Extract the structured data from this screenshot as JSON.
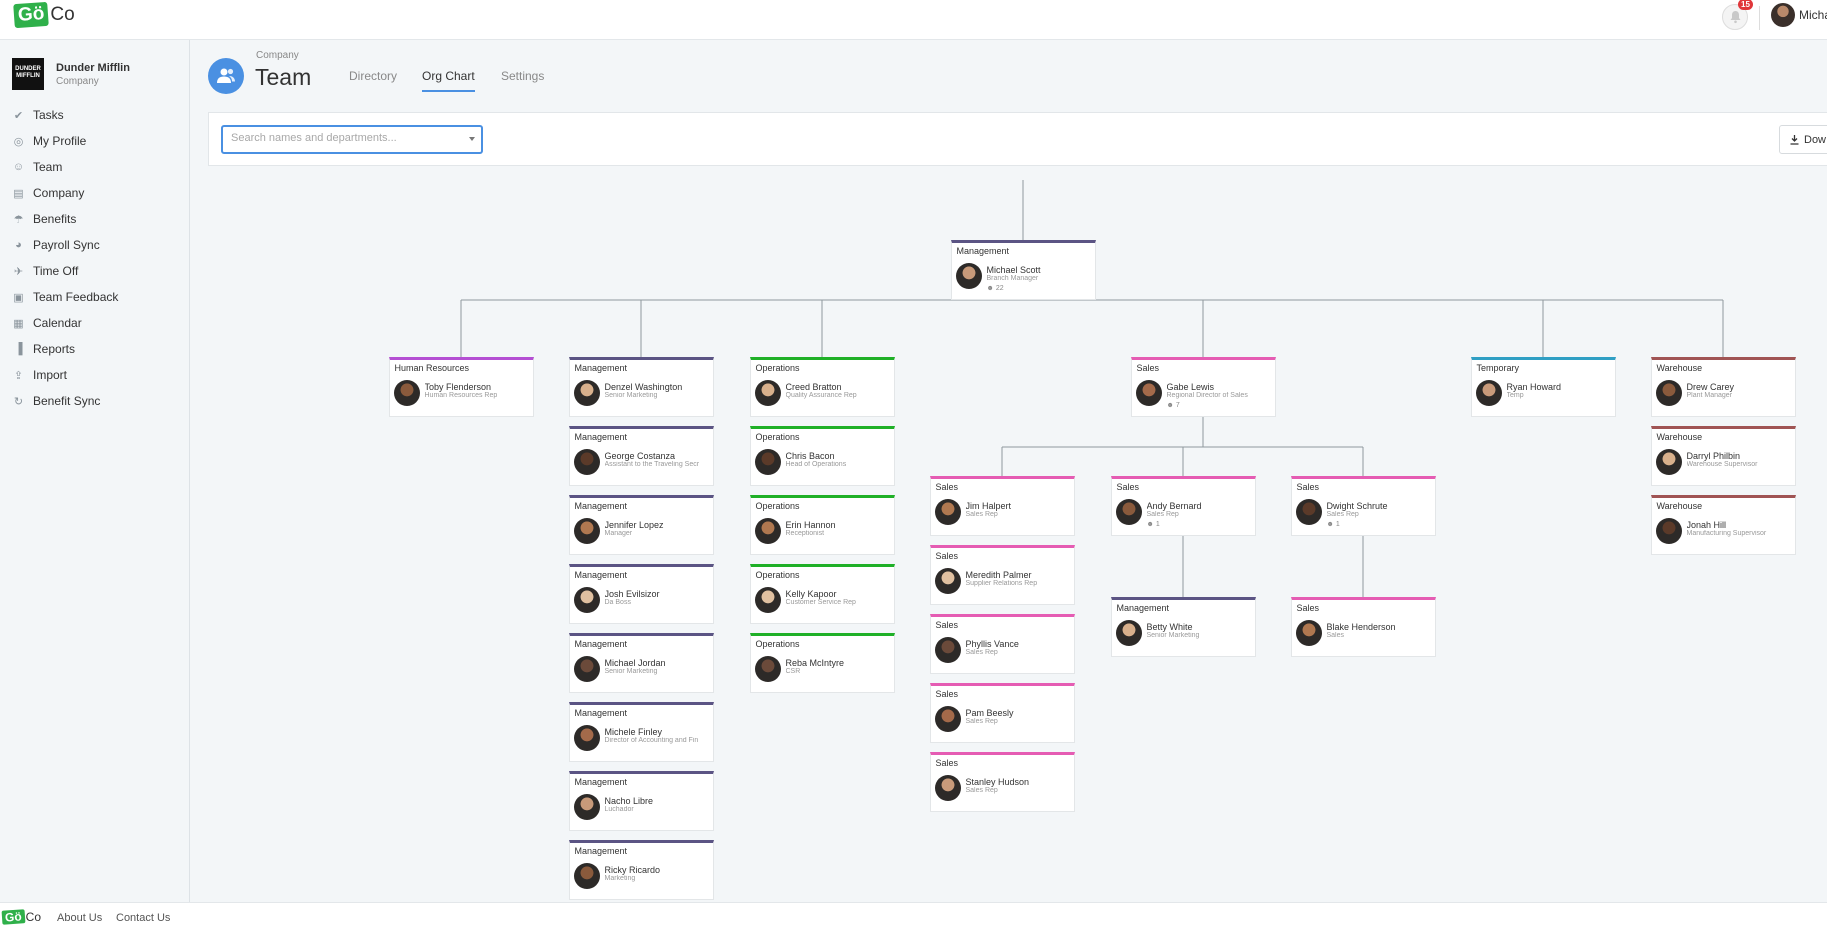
{
  "app": {
    "logo_go": "Gö",
    "logo_co": "Co"
  },
  "header": {
    "notification_count": "15",
    "user_name": "Micha"
  },
  "company": {
    "logo_text": "DUNDER MIFFLIN",
    "name": "Dunder Mifflin",
    "subtitle": "Company"
  },
  "sidebar": {
    "items": [
      {
        "label": "Tasks",
        "icon": "check-icon"
      },
      {
        "label": "My Profile",
        "icon": "user-circle-icon"
      },
      {
        "label": "Team",
        "icon": "users-icon"
      },
      {
        "label": "Company",
        "icon": "building-icon"
      },
      {
        "label": "Benefits",
        "icon": "umbrella-icon"
      },
      {
        "label": "Payroll Sync",
        "icon": "money-bag-icon"
      },
      {
        "label": "Time Off",
        "icon": "plane-icon"
      },
      {
        "label": "Team Feedback",
        "icon": "comments-icon"
      },
      {
        "label": "Calendar",
        "icon": "calendar-icon"
      },
      {
        "label": "Reports",
        "icon": "bar-chart-icon"
      },
      {
        "label": "Import",
        "icon": "upload-icon"
      },
      {
        "label": "Benefit Sync",
        "icon": "sync-icon"
      }
    ]
  },
  "page": {
    "breadcrumb": "Company",
    "title": "Team",
    "tabs": [
      {
        "label": "Directory",
        "active": false
      },
      {
        "label": "Org Chart",
        "active": true
      },
      {
        "label": "Settings",
        "active": false
      }
    ]
  },
  "search": {
    "placeholder": "Search names and departments...",
    "download_label": "Dow"
  },
  "dept_colors": {
    "Management": "#5b5484",
    "Human Resources": "#b44fd3",
    "Operations": "#1fb027",
    "Sales": "#e55cb3",
    "Temporary": "#2f9fc4",
    "Warehouse": "#a05454"
  },
  "org": {
    "root": {
      "dept": "Management",
      "name": "Michael Scott",
      "role": "Branch Manager",
      "reports": "22"
    },
    "columns": [
      [
        {
          "dept": "Human Resources",
          "name": "Toby Flenderson",
          "role": "Human Resources Rep"
        }
      ],
      [
        {
          "dept": "Management",
          "name": "Denzel Washington",
          "role": "Senior Marketing"
        },
        {
          "dept": "Management",
          "name": "George Costanza",
          "role": "Assistant to the Traveling Secr"
        },
        {
          "dept": "Management",
          "name": "Jennifer Lopez",
          "role": "Manager"
        },
        {
          "dept": "Management",
          "name": "Josh Evilsizor",
          "role": "Da Boss"
        },
        {
          "dept": "Management",
          "name": "Michael Jordan",
          "role": "Senior Marketing"
        },
        {
          "dept": "Management",
          "name": "Michele Finley",
          "role": "Director of Accounting and Fin"
        },
        {
          "dept": "Management",
          "name": "Nacho Libre",
          "role": "Luchador"
        },
        {
          "dept": "Management",
          "name": "Ricky Ricardo",
          "role": "Marketing"
        }
      ],
      [
        {
          "dept": "Operations",
          "name": "Creed Bratton",
          "role": "Quality Assurance Rep"
        },
        {
          "dept": "Operations",
          "name": "Chris Bacon",
          "role": "Head of Operations"
        },
        {
          "dept": "Operations",
          "name": "Erin Hannon",
          "role": "Receptionist"
        },
        {
          "dept": "Operations",
          "name": "Kelly Kapoor",
          "role": "Customer Service Rep"
        },
        {
          "dept": "Operations",
          "name": "Reba McIntyre",
          "role": "CSR"
        }
      ],
      [
        {
          "dept": "Sales",
          "name": "Gabe Lewis",
          "role": "Regional Director of Sales",
          "reports": "7"
        }
      ],
      [
        {
          "dept": "Temporary",
          "name": "Ryan Howard",
          "role": "Temp"
        }
      ],
      [
        {
          "dept": "Warehouse",
          "name": "Drew Carey",
          "role": "Plant Manager"
        },
        {
          "dept": "Warehouse",
          "name": "Darryl Philbin",
          "role": "Warehouse Supervisor"
        },
        {
          "dept": "Warehouse",
          "name": "Jonah Hill",
          "role": "Manufacturing Supervisor"
        }
      ]
    ],
    "gabe_children": [
      [
        {
          "dept": "Sales",
          "name": "Jim Halpert",
          "role": "Sales Rep"
        },
        {
          "dept": "Sales",
          "name": "Meredith Palmer",
          "role": "Supplier Relations Rep"
        },
        {
          "dept": "Sales",
          "name": "Phyllis Vance",
          "role": "Sales Rep"
        },
        {
          "dept": "Sales",
          "name": "Pam Beesly",
          "role": "Sales Rep"
        },
        {
          "dept": "Sales",
          "name": "Stanley Hudson",
          "role": "Sales Rep"
        }
      ],
      [
        {
          "dept": "Sales",
          "name": "Andy Bernard",
          "role": "Sales Rep",
          "reports": "1"
        },
        {
          "dept": "Management",
          "name": "Betty White",
          "role": "Senior Marketing"
        }
      ],
      [
        {
          "dept": "Sales",
          "name": "Dwight Schrute",
          "role": "Sales Rep",
          "reports": "1"
        },
        {
          "dept": "Sales",
          "name": "Blake Henderson",
          "role": "Sales"
        }
      ]
    ]
  },
  "footer": {
    "about": "About Us",
    "contact": "Contact Us"
  }
}
